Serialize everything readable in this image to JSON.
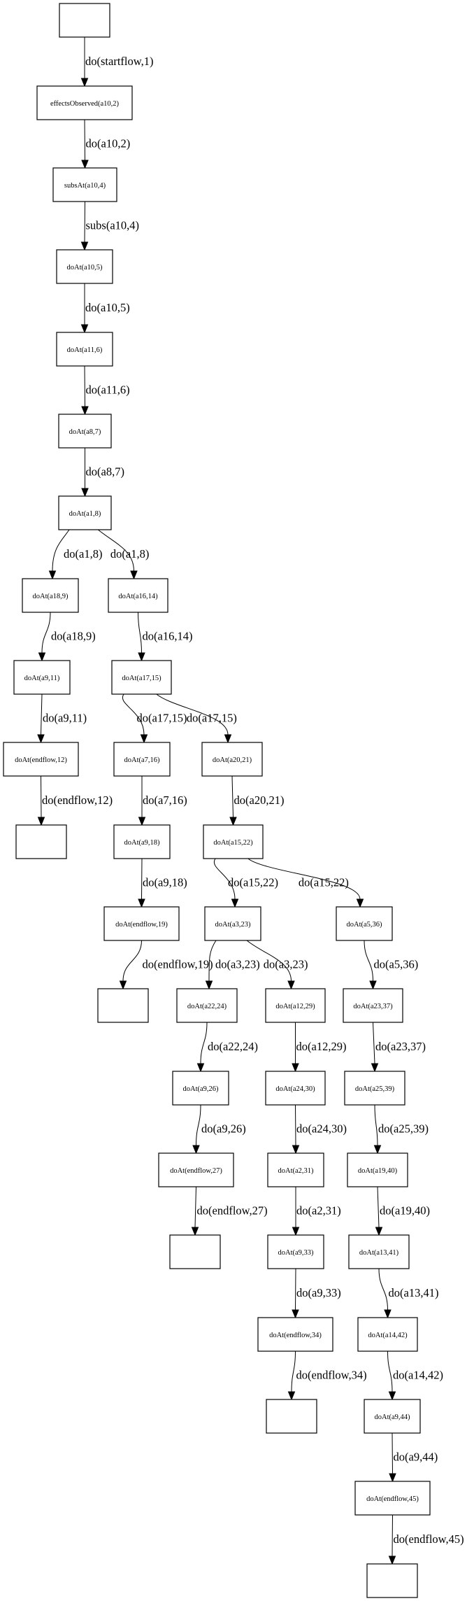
{
  "graph": {
    "title": "",
    "nodes": [
      {
        "id": "n0",
        "label": ""
      },
      {
        "id": "n1",
        "label": "effectsObserved(a10,2)"
      },
      {
        "id": "n2",
        "label": "subsAt(a10,4)"
      },
      {
        "id": "n3",
        "label": "doAt(a10,5)"
      },
      {
        "id": "n4",
        "label": "doAt(a11,6)"
      },
      {
        "id": "n5",
        "label": "doAt(a8,7)"
      },
      {
        "id": "n6",
        "label": "doAt(a1,8)"
      },
      {
        "id": "n7",
        "label": "doAt(a18,9)"
      },
      {
        "id": "n8",
        "label": "doAt(a16,14)"
      },
      {
        "id": "n9",
        "label": "doAt(a9,11)"
      },
      {
        "id": "n10",
        "label": "doAt(a17,15)"
      },
      {
        "id": "n11",
        "label": "doAt(endflow,12)"
      },
      {
        "id": "n12",
        "label": "doAt(a7,16)"
      },
      {
        "id": "n13",
        "label": "doAt(a20,21)"
      },
      {
        "id": "n14",
        "label": ""
      },
      {
        "id": "n15",
        "label": "doAt(a9,18)"
      },
      {
        "id": "n16",
        "label": "doAt(a15,22)"
      },
      {
        "id": "n17",
        "label": "doAt(endflow,19)"
      },
      {
        "id": "n18",
        "label": "doAt(a3,23)"
      },
      {
        "id": "n19",
        "label": "doAt(a5,36)"
      },
      {
        "id": "n20",
        "label": ""
      },
      {
        "id": "n21",
        "label": "doAt(a22,24)"
      },
      {
        "id": "n22",
        "label": "doAt(a12,29)"
      },
      {
        "id": "n23",
        "label": "doAt(a23,37)"
      },
      {
        "id": "n24",
        "label": "doAt(a9,26)"
      },
      {
        "id": "n25",
        "label": "doAt(a24,30)"
      },
      {
        "id": "n26",
        "label": "doAt(a25,39)"
      },
      {
        "id": "n27",
        "label": "doAt(endflow,27)"
      },
      {
        "id": "n28",
        "label": "doAt(a2,31)"
      },
      {
        "id": "n29",
        "label": "doAt(a19,40)"
      },
      {
        "id": "n30",
        "label": ""
      },
      {
        "id": "n31",
        "label": "doAt(a9,33)"
      },
      {
        "id": "n32",
        "label": "doAt(a13,41)"
      },
      {
        "id": "n33",
        "label": "doAt(endflow,34)"
      },
      {
        "id": "n34",
        "label": "doAt(a14,42)"
      },
      {
        "id": "n35",
        "label": ""
      },
      {
        "id": "n36",
        "label": "doAt(a9,44)"
      },
      {
        "id": "n37",
        "label": "doAt(endflow,45)"
      },
      {
        "id": "n38",
        "label": ""
      }
    ],
    "edges": [
      {
        "from": "n0",
        "to": "n1",
        "label": "do(startflow,1)"
      },
      {
        "from": "n1",
        "to": "n2",
        "label": "do(a10,2)"
      },
      {
        "from": "n2",
        "to": "n3",
        "label": "subs(a10,4)"
      },
      {
        "from": "n3",
        "to": "n4",
        "label": "do(a10,5)"
      },
      {
        "from": "n4",
        "to": "n5",
        "label": "do(a11,6)"
      },
      {
        "from": "n5",
        "to": "n6",
        "label": "do(a8,7)"
      },
      {
        "from": "n6",
        "to": "n7",
        "label": "do(a1,8)"
      },
      {
        "from": "n6",
        "to": "n8",
        "label": "do(a1,8)"
      },
      {
        "from": "n7",
        "to": "n9",
        "label": "do(a18,9)"
      },
      {
        "from": "n8",
        "to": "n10",
        "label": "do(a16,14)"
      },
      {
        "from": "n9",
        "to": "n11",
        "label": "do(a9,11)"
      },
      {
        "from": "n10",
        "to": "n12",
        "label": "do(a17,15)"
      },
      {
        "from": "n10",
        "to": "n13",
        "label": "do(a17,15)"
      },
      {
        "from": "n11",
        "to": "n14",
        "label": "do(endflow,12)"
      },
      {
        "from": "n12",
        "to": "n15",
        "label": "do(a7,16)"
      },
      {
        "from": "n13",
        "to": "n16",
        "label": "do(a20,21)"
      },
      {
        "from": "n15",
        "to": "n17",
        "label": "do(a9,18)"
      },
      {
        "from": "n16",
        "to": "n18",
        "label": "do(a15,22)"
      },
      {
        "from": "n16",
        "to": "n19",
        "label": "do(a15,22)"
      },
      {
        "from": "n17",
        "to": "n20",
        "label": "do(endflow,19)"
      },
      {
        "from": "n18",
        "to": "n21",
        "label": "do(a3,23)"
      },
      {
        "from": "n18",
        "to": "n22",
        "label": "do(a3,23)"
      },
      {
        "from": "n19",
        "to": "n23",
        "label": "do(a5,36)"
      },
      {
        "from": "n21",
        "to": "n24",
        "label": "do(a22,24)"
      },
      {
        "from": "n22",
        "to": "n25",
        "label": "do(a12,29)"
      },
      {
        "from": "n23",
        "to": "n26",
        "label": "do(a23,37)"
      },
      {
        "from": "n24",
        "to": "n27",
        "label": "do(a9,26)"
      },
      {
        "from": "n25",
        "to": "n28",
        "label": "do(a24,30)"
      },
      {
        "from": "n26",
        "to": "n29",
        "label": "do(a25,39)"
      },
      {
        "from": "n27",
        "to": "n30",
        "label": "do(endflow,27)"
      },
      {
        "from": "n28",
        "to": "n31",
        "label": "do(a2,31)"
      },
      {
        "from": "n29",
        "to": "n32",
        "label": "do(a19,40)"
      },
      {
        "from": "n31",
        "to": "n33",
        "label": "do(a9,33)"
      },
      {
        "from": "n32",
        "to": "n34",
        "label": "do(a13,41)"
      },
      {
        "from": "n33",
        "to": "n35",
        "label": "do(endflow,34)"
      },
      {
        "from": "n34",
        "to": "n36",
        "label": "do(a14,42)"
      },
      {
        "from": "n36",
        "to": "n37",
        "label": "do(a9,44)"
      },
      {
        "from": "n37",
        "to": "n38",
        "label": "do(endflow,45)"
      }
    ]
  }
}
